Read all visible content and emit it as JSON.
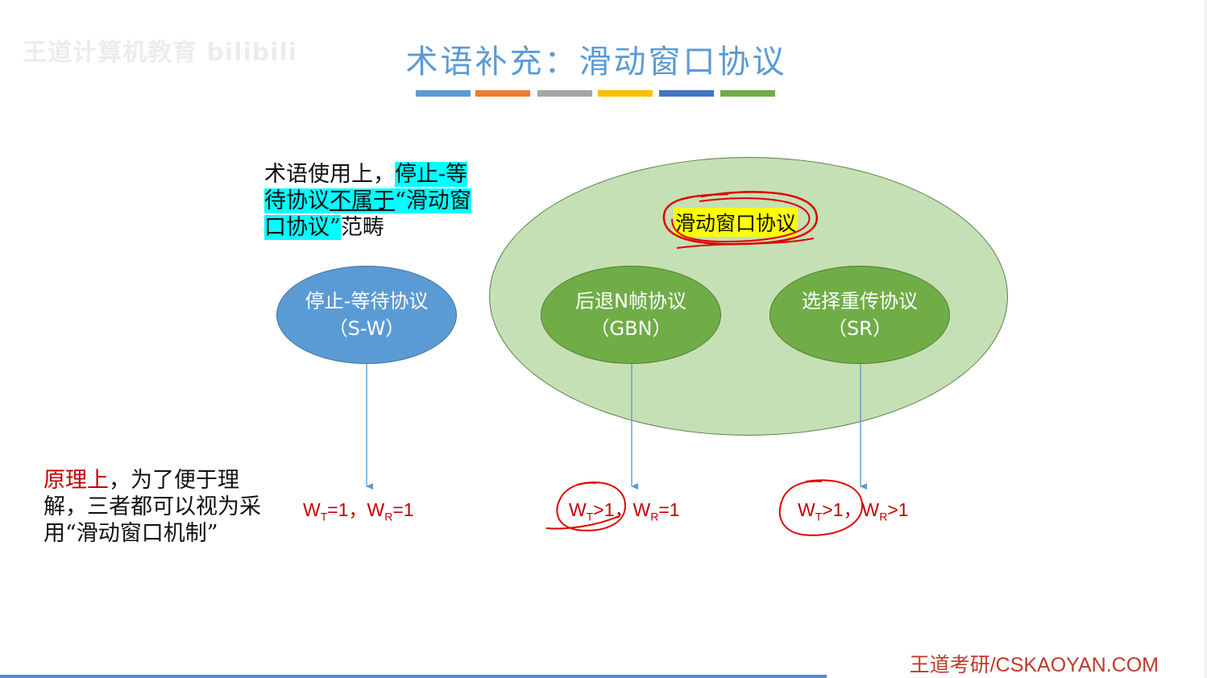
{
  "watermark": "王道计算机教育 bilibili",
  "title": "术语补充：滑动窗口协议",
  "title_bar_colors": [
    "#5b9bd5",
    "#ed7d31",
    "#a5a5a5",
    "#ffc000",
    "#4472c4",
    "#70ad47"
  ],
  "note": {
    "prefix": "术语使用上，",
    "hl1": "停止-等待协议",
    "hl_underlined": "不属于",
    "hl2": "“滑动窗口协议”",
    "suffix": "范畴"
  },
  "sliding_window_label": "滑动窗口协议",
  "protocols": {
    "sw": "停止-等待协议（S-W）",
    "gbn": "后退N帧协议（GBN）",
    "sr": "选择重传协议（SR）"
  },
  "formulas": {
    "sw": {
      "wt": "W",
      "wt_sub": "T",
      "wt_rel": "=1，",
      "wr": "W",
      "wr_sub": "R",
      "wr_rel": "=1"
    },
    "gbn": {
      "wt": "W",
      "wt_sub": "T",
      "wt_rel": ">1，",
      "wr": "W",
      "wr_sub": "R",
      "wr_rel": "=1"
    },
    "sr": {
      "wt": "W",
      "wt_sub": "T",
      "wt_rel": ">1，",
      "wr": "W",
      "wr_sub": "R",
      "wr_rel": ">1"
    }
  },
  "principle": {
    "red_part": "原理上",
    "rest": "，为了便于理解，三者都可以视为采用“滑动窗口机制”"
  },
  "footer": "王道考研/CSKAOYAN.COM",
  "colors": {
    "title": "#5b9bd5",
    "sw_ellipse": "#5b9bd5",
    "green_ellipse": "#70ad47",
    "big_ellipse": "#c5e0b4",
    "highlight_cyan": "#00ffff",
    "highlight_yellow": "#ffff00",
    "red_text": "#c00000"
  },
  "progress_fraction": 0.685
}
